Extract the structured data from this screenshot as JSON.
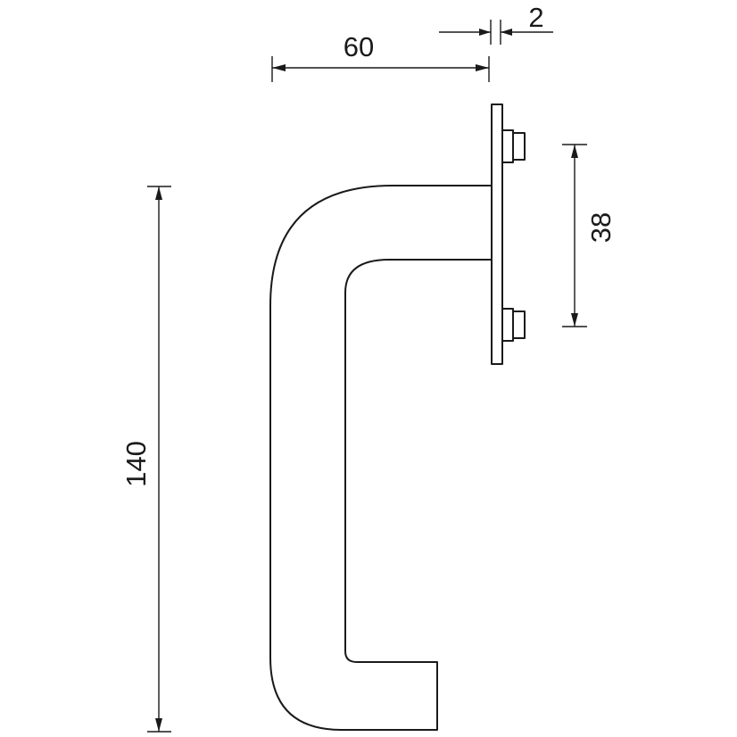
{
  "dimensions": {
    "projection": "60",
    "rose_thickness": "2",
    "screw_spacing": "38",
    "height": "140"
  },
  "colors": {
    "line": "#1a1a1a",
    "background": "#ffffff"
  }
}
